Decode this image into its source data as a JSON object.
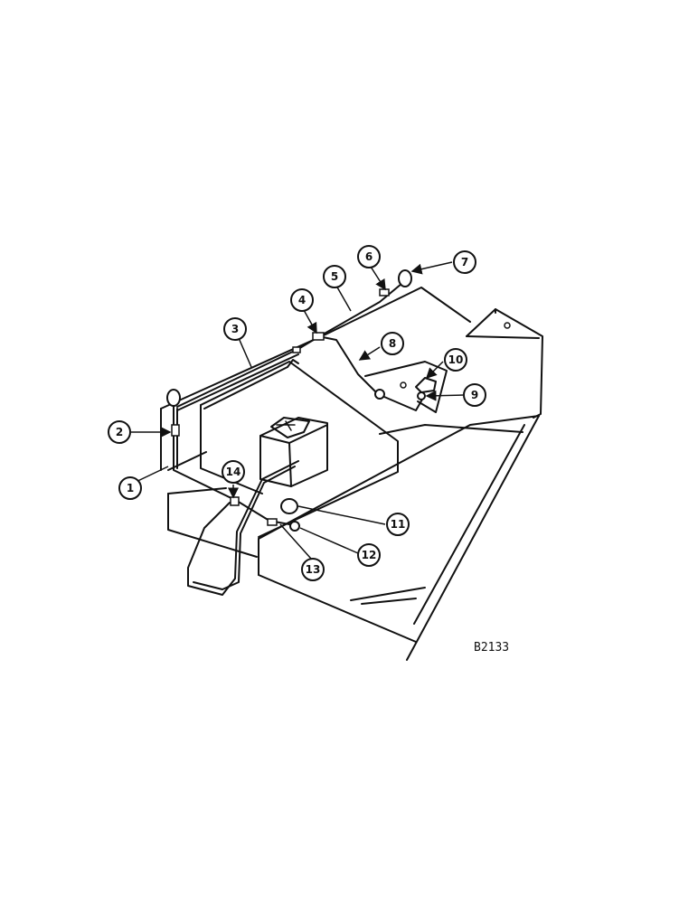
{
  "figure_code": "B2133",
  "callouts": [
    "1",
    "2",
    "3",
    "4",
    "5",
    "6",
    "7",
    "8",
    "9",
    "10",
    "11",
    "12",
    "13",
    "14"
  ]
}
